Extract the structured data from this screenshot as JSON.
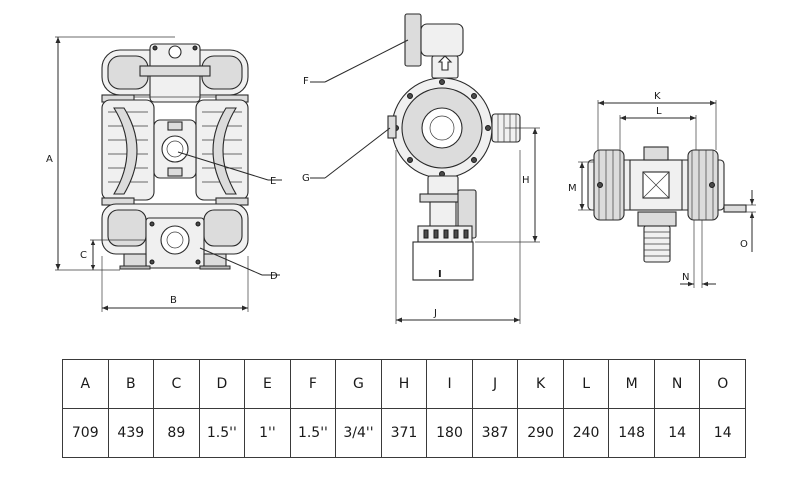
{
  "drawing_labels": {
    "a": "A",
    "b": "B",
    "c": "C",
    "d": "D",
    "e": "E",
    "f": "F",
    "g": "G",
    "h": "H",
    "i": "I",
    "j": "J",
    "k": "K",
    "l": "L",
    "m": "M",
    "n": "N",
    "o": "O"
  },
  "dimension_table": {
    "headers": [
      "A",
      "B",
      "C",
      "D",
      "E",
      "F",
      "G",
      "H",
      "I",
      "J",
      "K",
      "L",
      "M",
      "N",
      "O"
    ],
    "values": [
      "709",
      "439",
      "89",
      "1.5''",
      "1''",
      "1.5''",
      "3/4''",
      "371",
      "180",
      "387",
      "290",
      "240",
      "148",
      "14",
      "14"
    ]
  }
}
